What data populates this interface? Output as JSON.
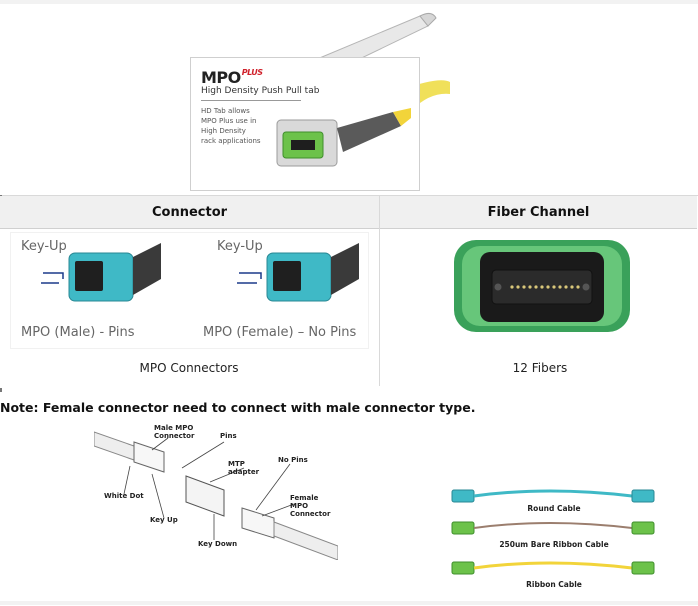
{
  "hero": {
    "brand": "MPO",
    "brand_sup": "PLUS",
    "subtitle": "High Density Push Pull tab",
    "description": "HD Tab allows MPO Plus use in High Density rack applications"
  },
  "table": {
    "headers": [
      "Connector",
      "Fiber Channel"
    ],
    "connector_image": {
      "left_label_top": "Key-Up",
      "right_label_top": "Key-Up",
      "left_label_bottom": "MPO (Male) - Pins",
      "right_label_bottom": "MPO (Female) – No Pins"
    },
    "captions": [
      "MPO Connectors",
      "12 Fibers"
    ]
  },
  "note": "Note: Female connector need to connect with male connector type.",
  "diagram": {
    "labels": {
      "male": "Male MPO Connector",
      "pins": "Pins",
      "mtp": "MTP adapter",
      "nopins": "No Pins",
      "female": "Female MPO Connector",
      "whitedot": "White Dot",
      "keyup": "Key Up",
      "keydown": "Key Down"
    }
  },
  "cables": {
    "round": "Round Cable",
    "bare": "250um Bare Ribbon Cable",
    "ribbon": "Ribbon Cable"
  },
  "colors": {
    "aqua": "#3fb9c6",
    "green": "#6cc24a",
    "yellow": "#f2d43a",
    "header_bg": "#f0f0f0"
  }
}
